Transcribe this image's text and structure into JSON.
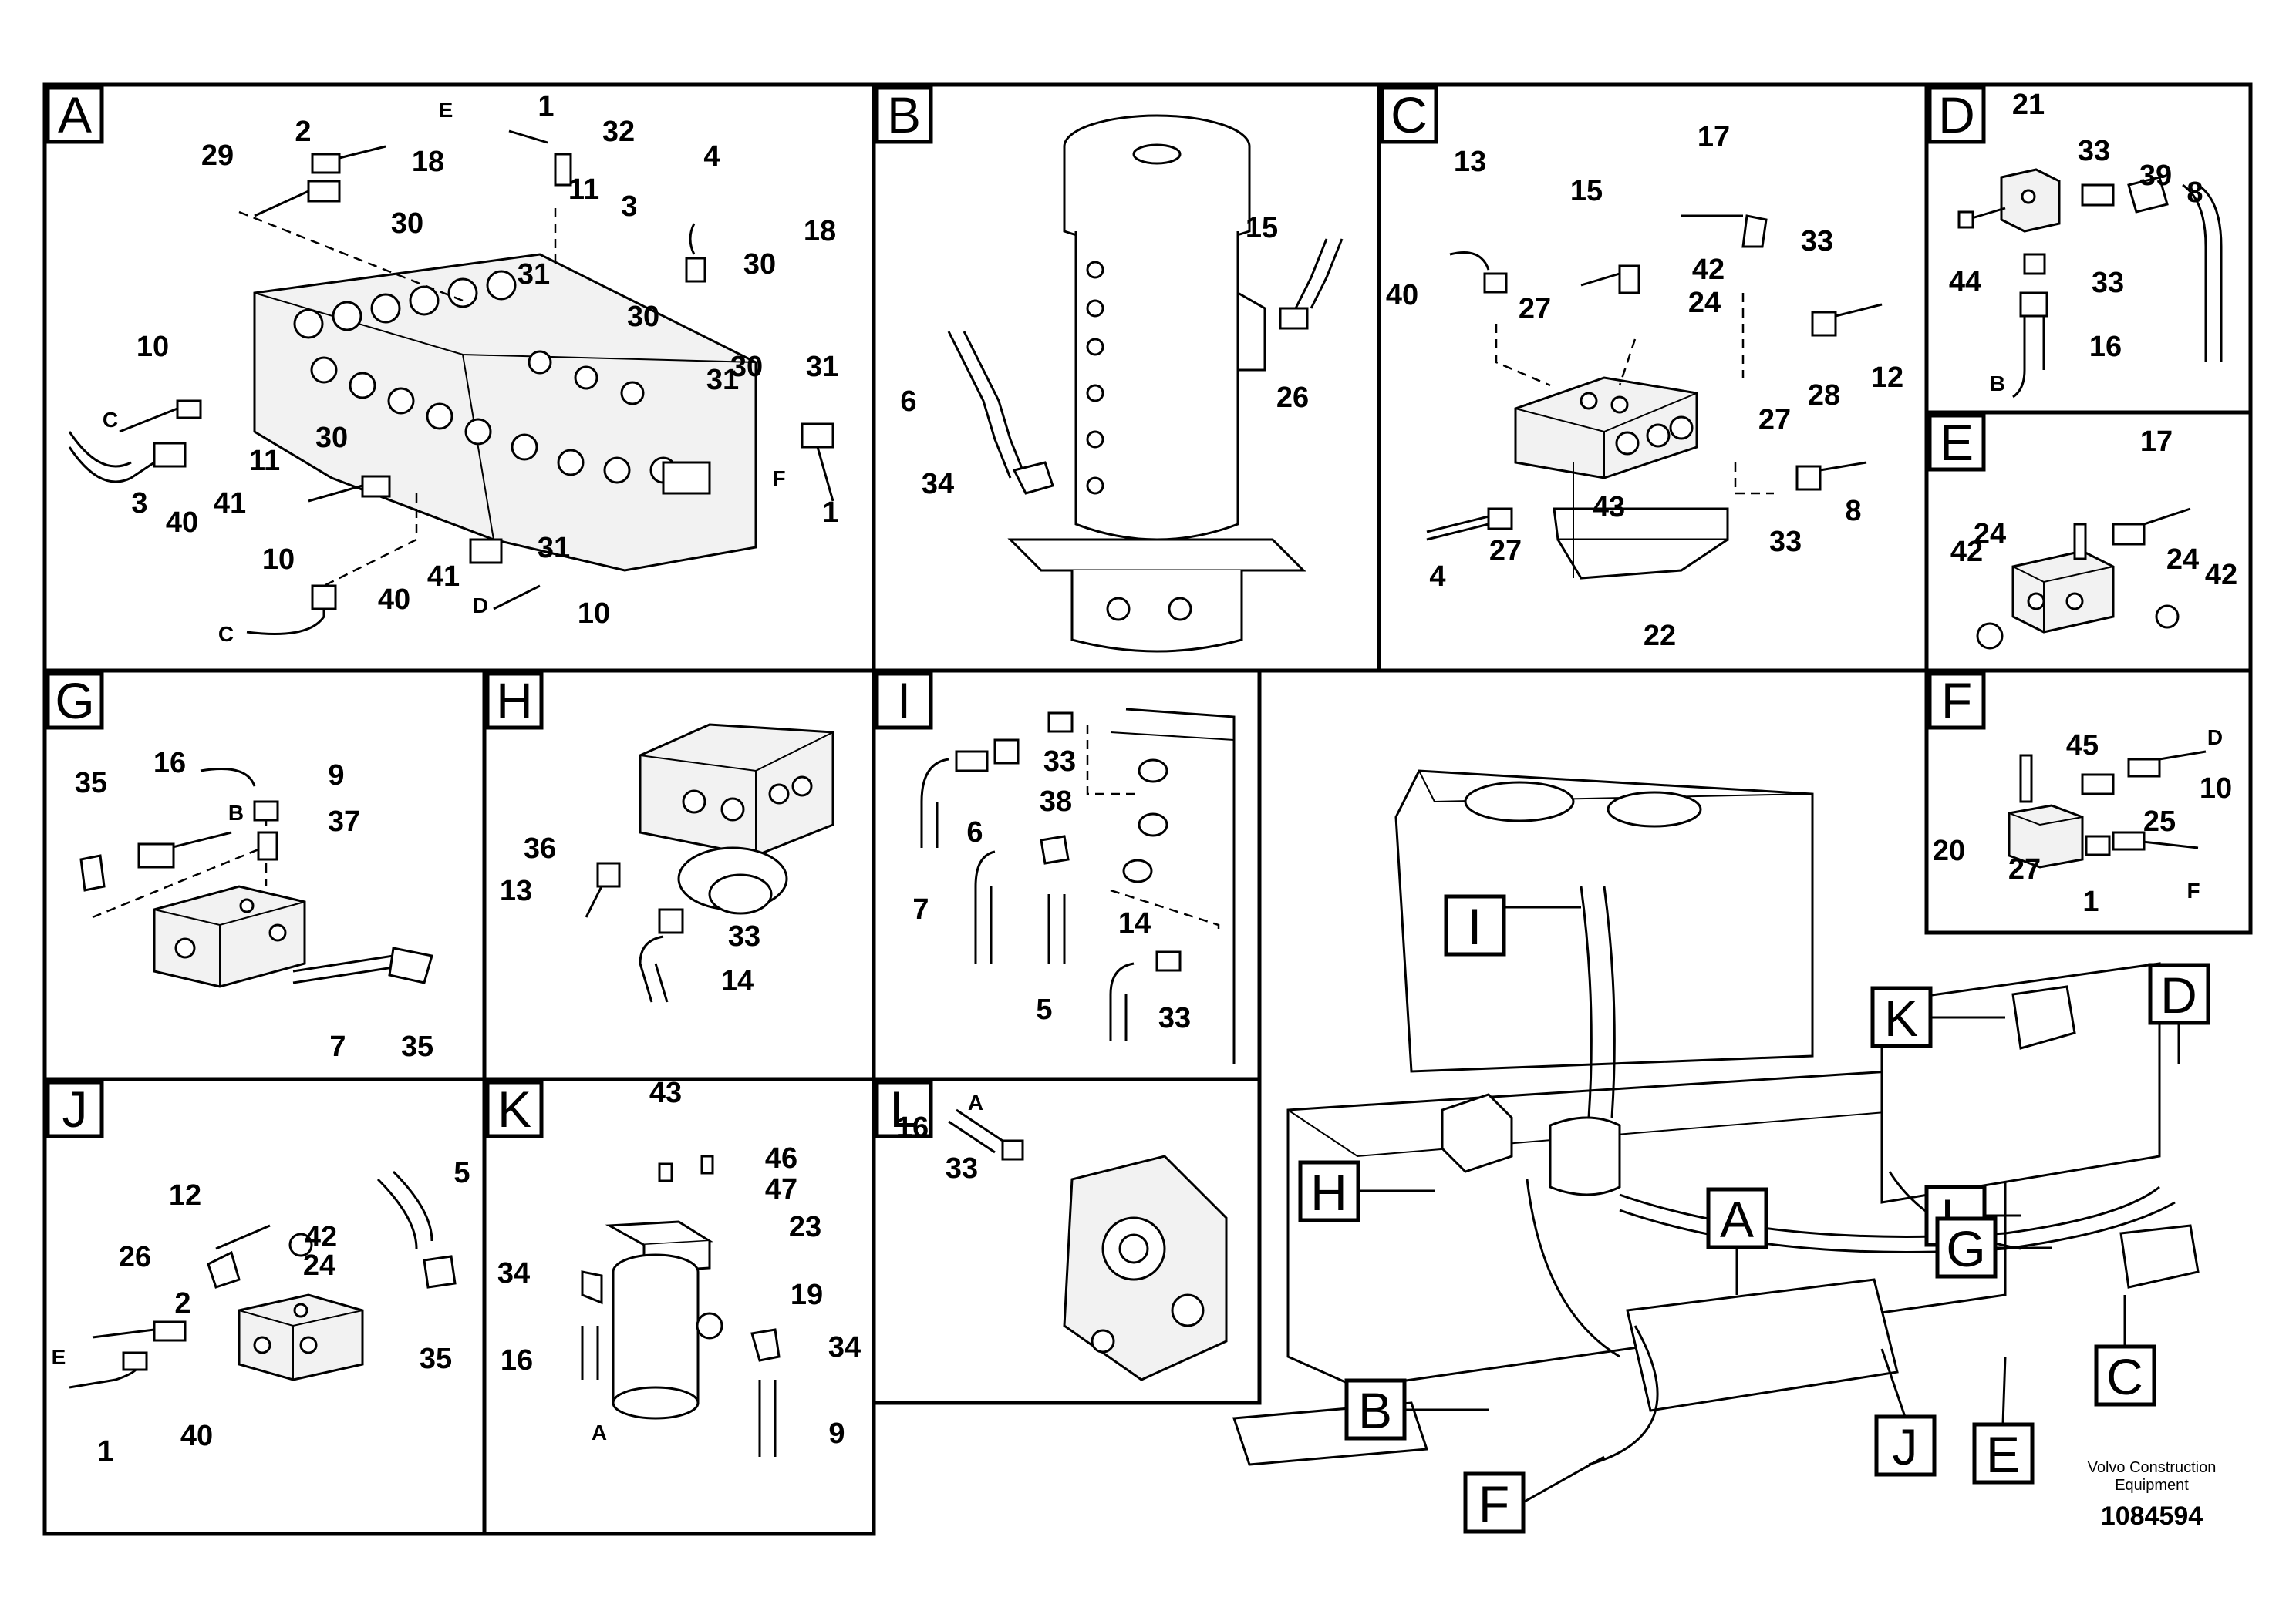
{
  "footer": {
    "brand_line1": "Volvo Construction",
    "brand_line2": "Equipment",
    "drawing_number": "1084594"
  },
  "panels": [
    {
      "id": "A",
      "labels": [
        {
          "t": "E",
          "s": "l"
        },
        {
          "t": "1"
        },
        {
          "t": "2"
        },
        {
          "t": "32"
        },
        {
          "t": "29"
        },
        {
          "t": "18"
        },
        {
          "t": "11"
        },
        {
          "t": "30"
        },
        {
          "t": "3"
        },
        {
          "t": "4"
        },
        {
          "t": "18"
        },
        {
          "t": "30"
        },
        {
          "t": "31"
        },
        {
          "t": "30"
        },
        {
          "t": "30"
        },
        {
          "t": "31"
        },
        {
          "t": "10"
        },
        {
          "t": "C",
          "s": "l"
        },
        {
          "t": "31"
        },
        {
          "t": "30"
        },
        {
          "t": "F",
          "s": "l"
        },
        {
          "t": "1"
        },
        {
          "t": "11"
        },
        {
          "t": "3"
        },
        {
          "t": "40"
        },
        {
          "t": "41"
        },
        {
          "t": "31"
        },
        {
          "t": "10"
        },
        {
          "t": "41"
        },
        {
          "t": "40"
        },
        {
          "t": "D",
          "s": "l"
        },
        {
          "t": "10"
        },
        {
          "t": "C",
          "s": "l"
        }
      ]
    },
    {
      "id": "B",
      "labels": [
        {
          "t": "15"
        },
        {
          "t": "6"
        },
        {
          "t": "26"
        },
        {
          "t": "34"
        }
      ]
    },
    {
      "id": "C",
      "labels": [
        {
          "t": "17"
        },
        {
          "t": "13"
        },
        {
          "t": "15"
        },
        {
          "t": "33"
        },
        {
          "t": "42"
        },
        {
          "t": "40"
        },
        {
          "t": "27"
        },
        {
          "t": "24"
        },
        {
          "t": "12"
        },
        {
          "t": "27"
        },
        {
          "t": "28"
        },
        {
          "t": "43"
        },
        {
          "t": "4"
        },
        {
          "t": "27"
        },
        {
          "t": "33"
        },
        {
          "t": "8"
        },
        {
          "t": "22"
        }
      ]
    },
    {
      "id": "D",
      "labels": [
        {
          "t": "21"
        },
        {
          "t": "33"
        },
        {
          "t": "39"
        },
        {
          "t": "8"
        },
        {
          "t": "44"
        },
        {
          "t": "33"
        },
        {
          "t": "16"
        },
        {
          "t": "B",
          "s": "l"
        }
      ]
    },
    {
      "id": "E",
      "labels": [
        {
          "t": "17"
        },
        {
          "t": "42"
        },
        {
          "t": "24"
        },
        {
          "t": "24"
        },
        {
          "t": "42"
        }
      ]
    },
    {
      "id": "F",
      "labels": [
        {
          "t": "45"
        },
        {
          "t": "D",
          "s": "l"
        },
        {
          "t": "10"
        },
        {
          "t": "25"
        },
        {
          "t": "20"
        },
        {
          "t": "27"
        },
        {
          "t": "1"
        },
        {
          "t": "F",
          "s": "l"
        }
      ]
    },
    {
      "id": "G",
      "labels": [
        {
          "t": "16"
        },
        {
          "t": "9"
        },
        {
          "t": "35"
        },
        {
          "t": "B",
          "s": "l"
        },
        {
          "t": "37"
        },
        {
          "t": "7"
        },
        {
          "t": "35"
        }
      ]
    },
    {
      "id": "H",
      "labels": [
        {
          "t": "36"
        },
        {
          "t": "13"
        },
        {
          "t": "33"
        },
        {
          "t": "14"
        }
      ]
    },
    {
      "id": "I",
      "labels": [
        {
          "t": "33"
        },
        {
          "t": "38"
        },
        {
          "t": "6"
        },
        {
          "t": "7"
        },
        {
          "t": "14"
        },
        {
          "t": "5"
        },
        {
          "t": "33"
        }
      ]
    },
    {
      "id": "J",
      "labels": [
        {
          "t": "5"
        },
        {
          "t": "12"
        },
        {
          "t": "42"
        },
        {
          "t": "26"
        },
        {
          "t": "24"
        },
        {
          "t": "2"
        },
        {
          "t": "E",
          "s": "l"
        },
        {
          "t": "35"
        },
        {
          "t": "1"
        },
        {
          "t": "40"
        }
      ]
    },
    {
      "id": "K",
      "labels": [
        {
          "t": "43"
        },
        {
          "t": "46"
        },
        {
          "t": "47"
        },
        {
          "t": "23"
        },
        {
          "t": "34"
        },
        {
          "t": "19"
        },
        {
          "t": "34"
        },
        {
          "t": "16"
        },
        {
          "t": "9"
        },
        {
          "t": "A",
          "s": "l"
        }
      ]
    },
    {
      "id": "L",
      "labels": [
        {
          "t": "A",
          "s": "l"
        },
        {
          "t": "16"
        },
        {
          "t": "33"
        }
      ]
    }
  ],
  "overview_callouts": [
    "I",
    "K",
    "D",
    "H",
    "L",
    "G",
    "A",
    "B",
    "F",
    "J",
    "E",
    "C"
  ]
}
